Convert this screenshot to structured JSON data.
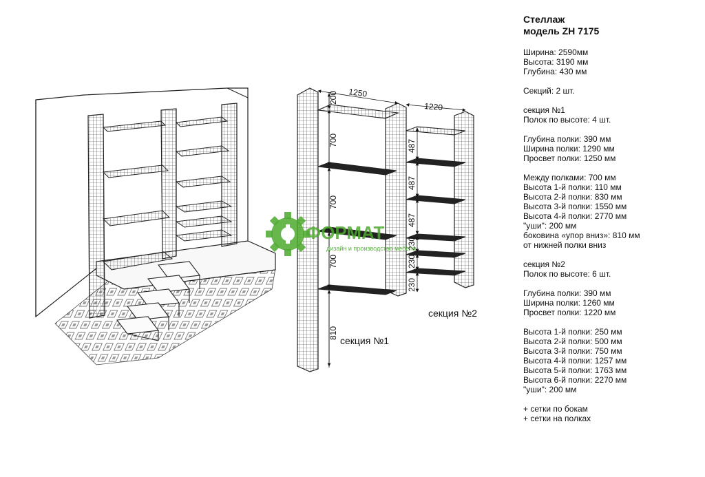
{
  "spec": {
    "title_line1": "Стеллаж",
    "title_line2": "модель ZH 7175",
    "groups": [
      [
        "Ширина: 2590мм",
        "Высота: 3190 мм",
        "Глубина: 430 мм"
      ],
      [
        "Секций: 2 шт."
      ],
      [
        "секция №1",
        "Полок по высоте: 4 шт."
      ],
      [
        "Глубина полки: 390 мм",
        "Ширина полки: 1290 мм",
        "Просвет полки: 1250 мм"
      ],
      [
        "Между полками: 700 мм",
        "Высота 1-й полки: 110 мм",
        "Высота 2-й полки: 830 мм",
        "Высота 3-й полки: 1550 мм",
        "Высота 4-й полки: 2770 мм",
        "\"уши\": 200 мм",
        "боковина «упор вниз»: 810 мм",
        "от нижней  полки вниз"
      ],
      [
        "секция №2",
        "Полок по высоте: 6 шт."
      ],
      [
        "Глубина полки: 390 мм",
        "Ширина полки: 1260 мм",
        "Просвет полки: 1220 мм"
      ],
      [
        "Высота 1-й полки: 250 мм",
        "Высота 2-й полки: 500 мм",
        "Высота 3-й полки: 750 мм",
        "Высота 4-й полки: 1257 мм",
        "Высота 5-й полки: 1763 мм",
        "Высота 6-й полки: 2270 мм",
        "\"уши\": 200 мм"
      ],
      [
        "+ сетки по бокам",
        "+ сетки на полках"
      ]
    ]
  },
  "diagram": {
    "width_section1": "1250",
    "width_section2": "1220",
    "s1_dims": [
      "200",
      "700",
      "700",
      "700",
      "810"
    ],
    "s2_dims": [
      "487",
      "487",
      "487",
      "230",
      "230",
      "230"
    ],
    "label_section1": "секция №1",
    "label_section2": "секция №2"
  },
  "watermark": {
    "name": "ФОРМАТ",
    "tagline": "дизайн и производство мебели",
    "color": "#4caa2e"
  }
}
